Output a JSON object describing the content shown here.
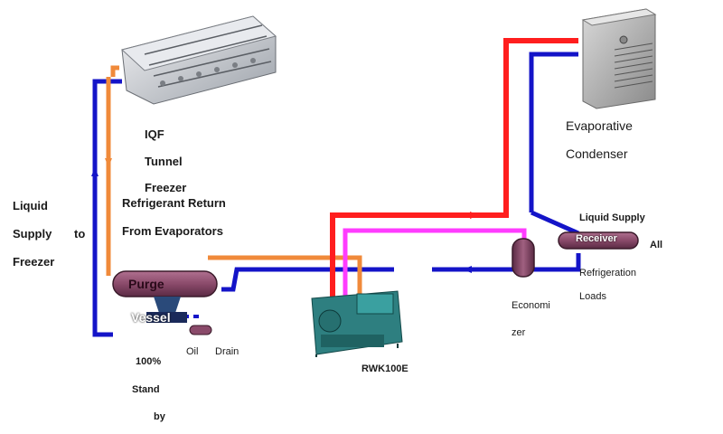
{
  "labels": {
    "iqf": "IQF",
    "tunnel": "Tunnel",
    "freezer": "Freezer",
    "refrigerant_return_1": "Refrigerant Return",
    "refrigerant_return_2": "From Evaporators",
    "liquid_left_1": "Liquid",
    "liquid_left_2": "Supply",
    "liquid_left_to": "to",
    "liquid_left_3": "Freezer",
    "vessel_top": "Purge",
    "vessel_bottom": "Vessel",
    "oil": "Oil",
    "drain": "Drain",
    "standby_1": "100%",
    "standby_2": "Stand",
    "standby_3": "by",
    "compressor": "RWK100E",
    "economizer_1": "Economi",
    "economizer_2": "zer",
    "evap_condenser_1": "Evaporative",
    "evap_condenser_2": "Condenser",
    "liquid_supply_right": "Liquid Supply",
    "receiver_label": "Receiver",
    "all": "All",
    "refrigeration": "Refrigeration",
    "loads": "Loads"
  },
  "colors": {
    "liquid_line": "#1414c8",
    "hot_gas_line": "#ff1e1e",
    "suction_line": "#f08a3a",
    "economizer_line": "#ff3cff",
    "vessel": "#8a4a6a",
    "compressor": "#2e8a8a"
  }
}
